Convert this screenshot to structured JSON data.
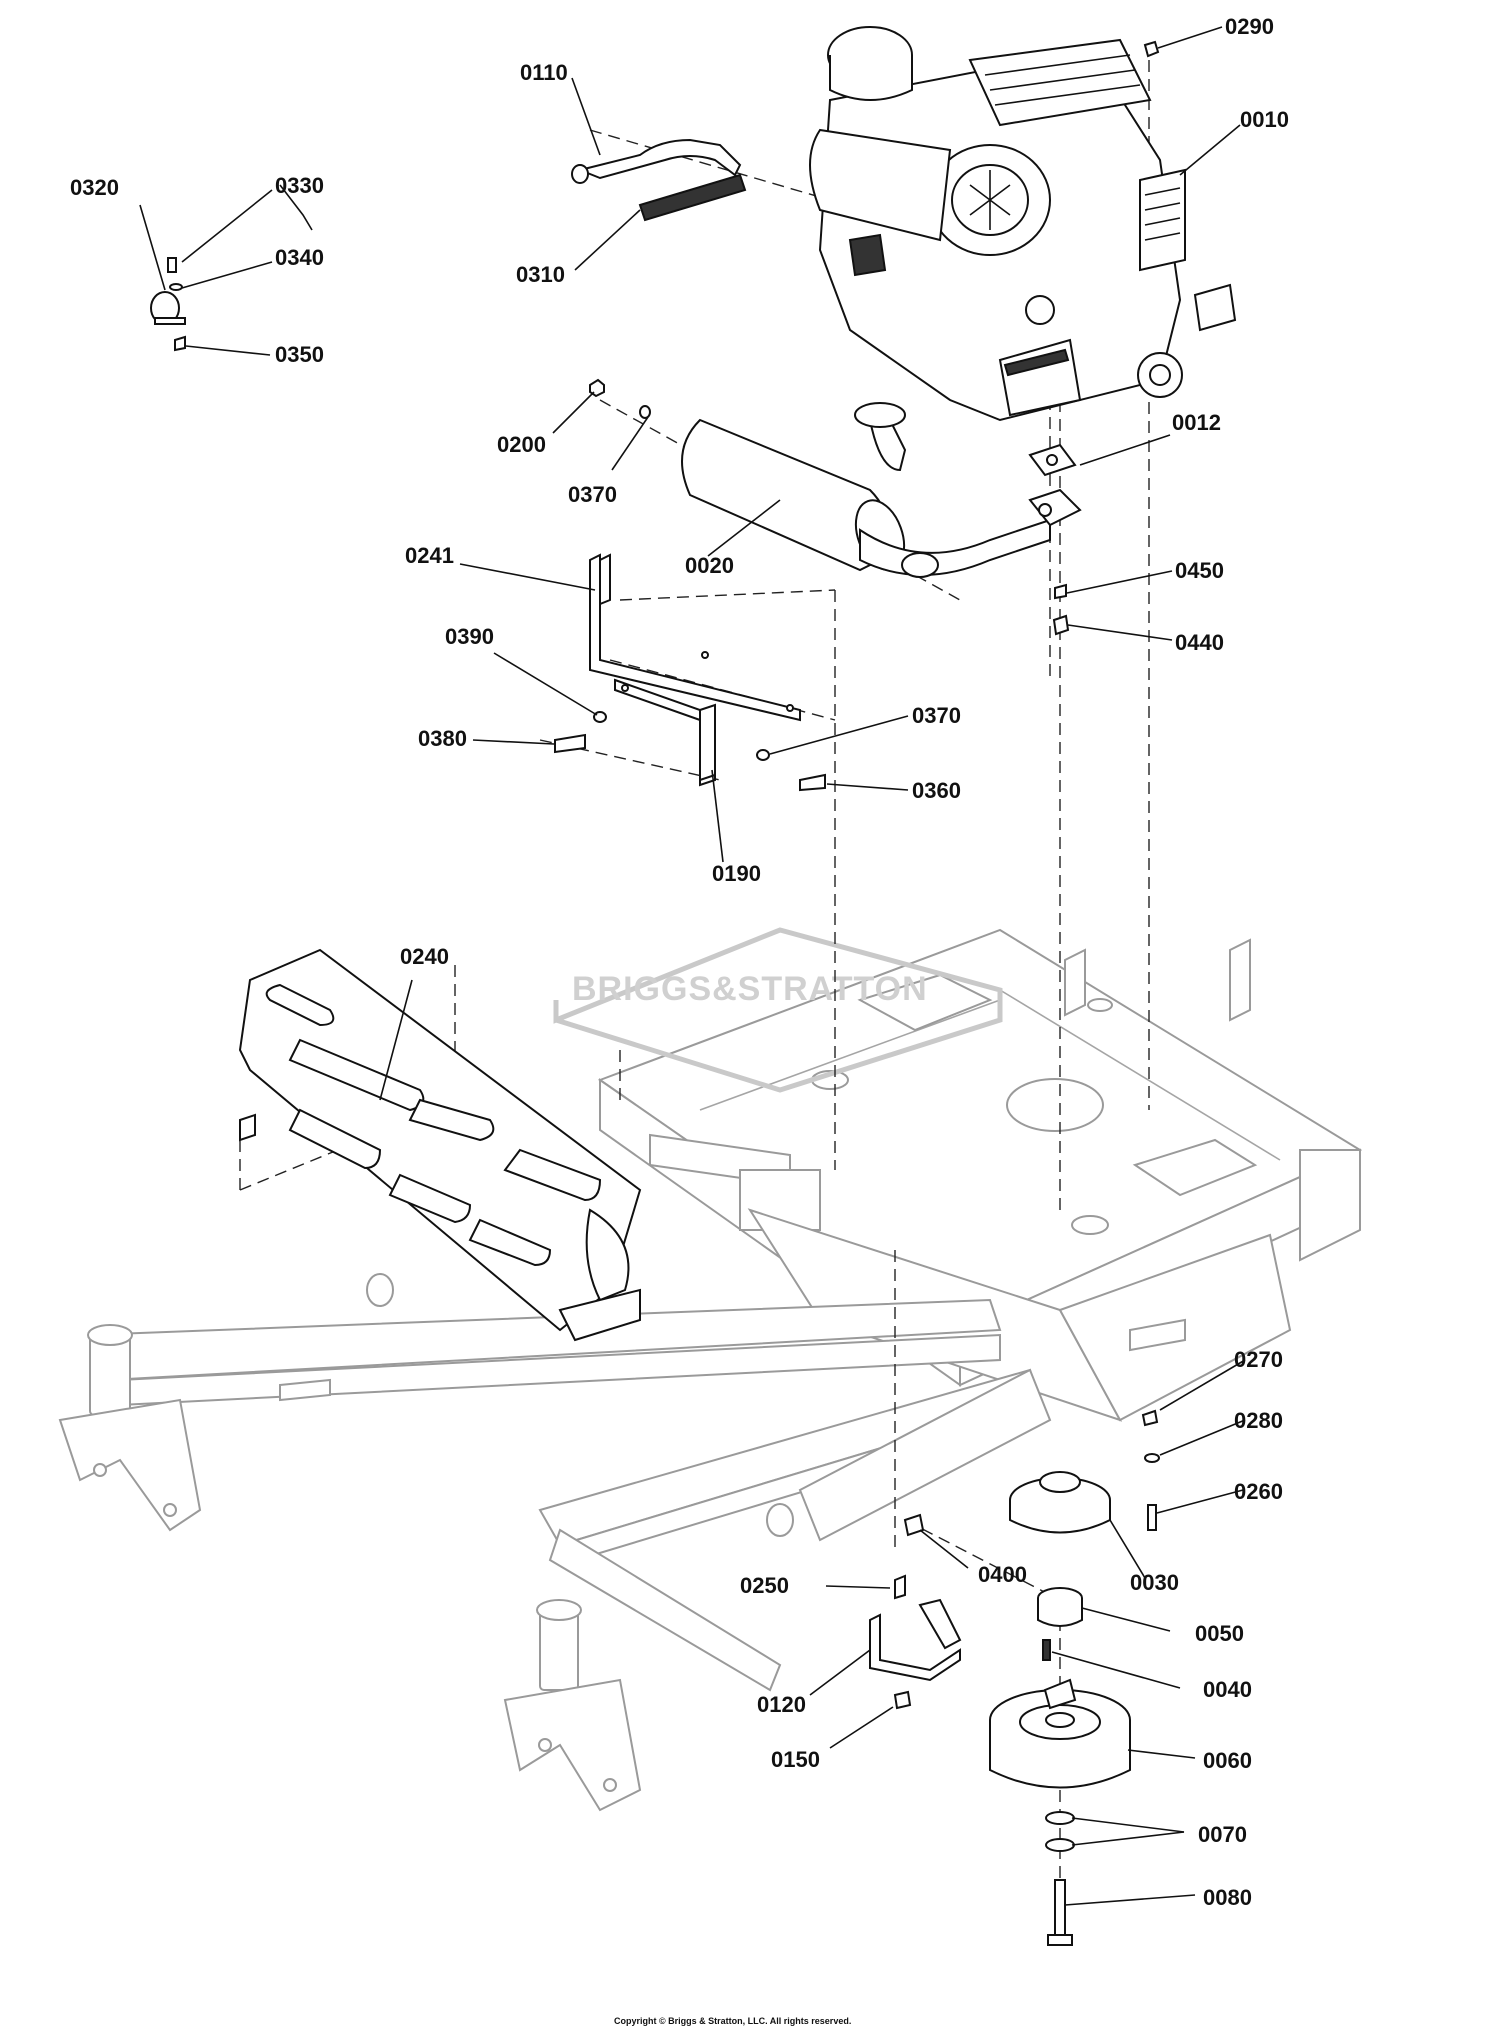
{
  "watermark": "BRIGGS&STRATTON",
  "copyright": "Copyright © Briggs & Stratton, LLC. All rights reserved.",
  "callouts": {
    "c0010": "0010",
    "c0012": "0012",
    "c0020": "0020",
    "c0030": "0030",
    "c0040": "0040",
    "c0050": "0050",
    "c0060": "0060",
    "c0070": "0070",
    "c0080": "0080",
    "c0110": "0110",
    "c0120": "0120",
    "c0150": "0150",
    "c0190": "0190",
    "c0200": "0200",
    "c0240": "0240",
    "c0241": "0241",
    "c0250": "0250",
    "c0260": "0260",
    "c0270": "0270",
    "c0280": "0280",
    "c0290": "0290",
    "c0310": "0310",
    "c0320": "0320",
    "c0330": "0330",
    "c0340": "0340",
    "c0350": "0350",
    "c0360": "0360",
    "c0370a": "0370",
    "c0370b": "0370",
    "c0380": "0380",
    "c0390": "0390",
    "c0400": "0400",
    "c0440": "0440",
    "c0450": "0450"
  }
}
